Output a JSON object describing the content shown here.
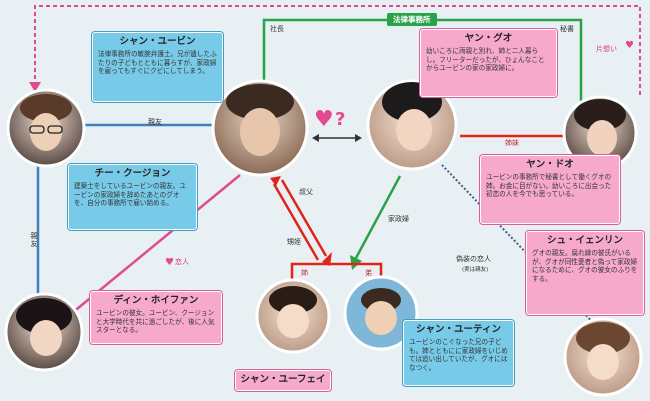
{
  "characters": {
    "yubin": {
      "name": "シャン・ユービン",
      "desc": "法律事務所の敏腕弁護士。兄が遺したふたりの子どもとともに暮らすが、家政婦を雇ってもすぐにクビにしてしまう。"
    },
    "gou": {
      "name": "ヤン・グオ",
      "desc": "幼いころに両親と別れ、姉と二人暮らし。フリーターだったが、ひょんなことからユービンの家の家政婦に。"
    },
    "kujon": {
      "name": "チー・クージョン",
      "desc": "建築士をしているユービンの親友。ユービンの家政婦を辞めたあとのグオを、自分の事務所で雇い始める。"
    },
    "dao": {
      "name": "ヤン・ドオ",
      "desc": "ユービンの事務所で秘書として働くグオの姉。お金に目がない。幼いころに出会った初恋の人を今でも思っている。"
    },
    "irin": {
      "name": "シュ・イェンリン",
      "desc": "グオの親友。腐れ縁の彼氏がいるが、グオが同性愛者と偽って家政婦になるために、グオの彼女のふりをする。"
    },
    "fan": {
      "name": "ディン・ホイファン",
      "desc": "ユービンの彼女。ユービン、クージョンと大学時代を共に過ごしたが、後に人気スターとなる。"
    },
    "tin": {
      "name": "シャン・ユーティン",
      "desc": "ユービンのこぐなった兄の子ども。姉とともにに家政婦をいじめては追い出していたが、グオにはなつく。"
    },
    "fei": {
      "name": "シャン・ユーフェイ"
    }
  },
  "labels": {
    "law_office": "法律事務所",
    "president": "社長",
    "secretary": "秘書",
    "one_sided": "片想い",
    "best_friend_h": "親友",
    "best_friend_v": "親友",
    "sisters": "姉妹",
    "lover": "恋人",
    "uncle": "叔父",
    "niece_nephew": "甥姪",
    "housekeeper": "家政婦",
    "fake_lover": "偽装の恋人",
    "fake_lover_sub": "(実は親友)",
    "older_sister": "姉",
    "younger_brother": "弟"
  },
  "colors": {
    "blue": "#78cbe8",
    "pink": "#f6a9cb",
    "red_line": "#e2231a",
    "green_line": "#2aa24a",
    "pink_line": "#e04a8f",
    "navy_line": "#3d5b8f"
  },
  "icons": [
    "heart-icon",
    "question-mark-icon",
    "double-arrow-icon"
  ]
}
